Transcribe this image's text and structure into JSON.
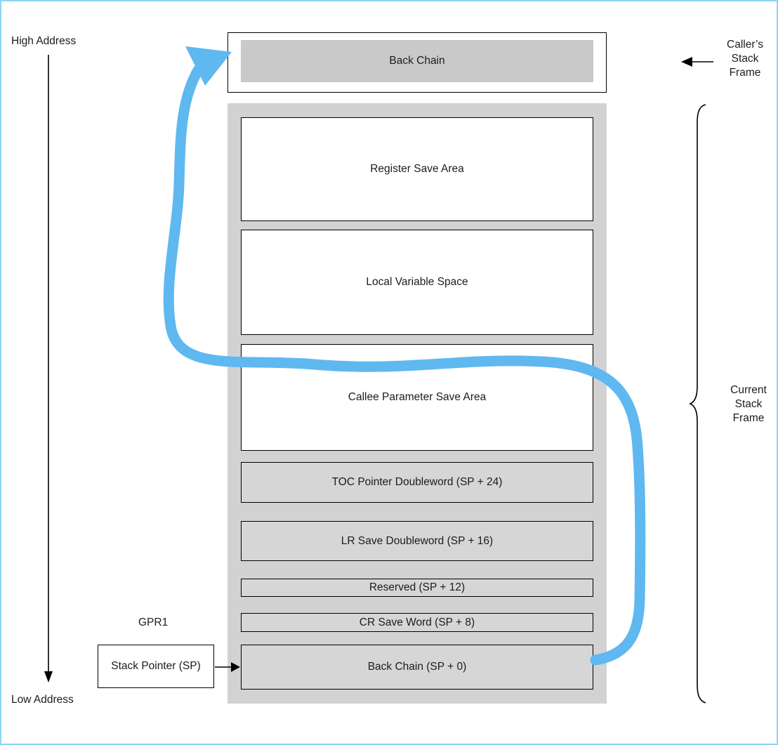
{
  "page": {
    "border_color": "#8dd6f3",
    "frame_gray": "#d2d2d2",
    "blue_arrow_color": "#5fb8f0"
  },
  "side_labels": {
    "high_address": "High Address",
    "low_address": "Low Address",
    "gpr1": "GPR1",
    "callers_stack_frame": "Caller’s Stack Frame",
    "current_stack_frame": "Current Stack Frame"
  },
  "caller_frame": {
    "back_chain_label": "Back Chain"
  },
  "stack_pointer": {
    "label": "Stack Pointer (SP)"
  },
  "current_frame": {
    "boxes": [
      {
        "label": "Register Save Area"
      },
      {
        "label": "Local Variable Space"
      },
      {
        "label": "Callee Parameter Save Area"
      },
      {
        "label": "TOC Pointer Doubleword (SP + 24)"
      },
      {
        "label": "LR Save Doubleword (SP + 16)"
      },
      {
        "label": "Reserved (SP + 12)"
      },
      {
        "label": "CR Save Word (SP + 8)"
      },
      {
        "label": "Back Chain (SP + 0)"
      }
    ]
  }
}
